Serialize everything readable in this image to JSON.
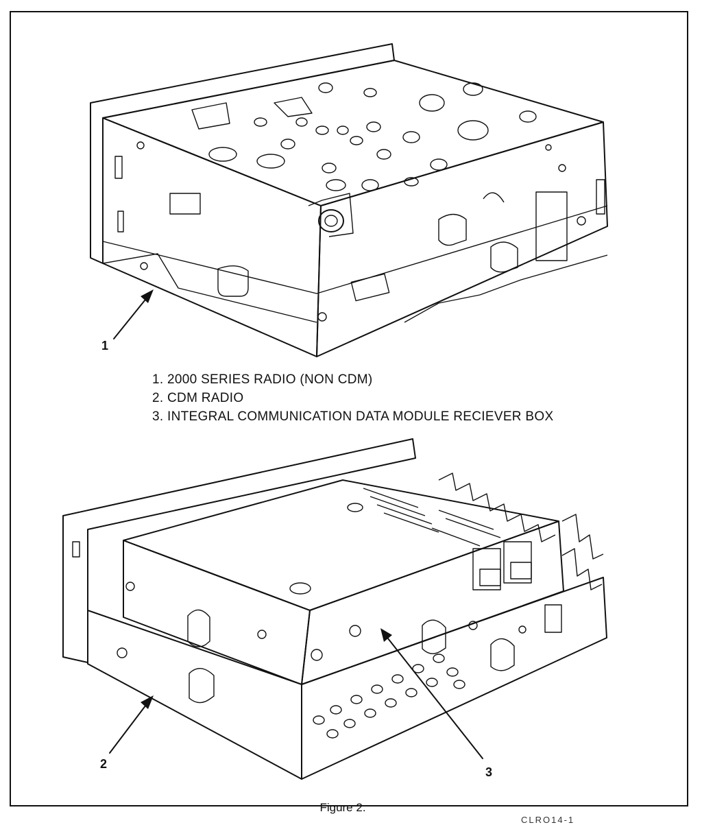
{
  "legend": {
    "items": [
      "1. 2000 SERIES RADIO (NON CDM)",
      "2. CDM RADIO",
      "3. INTEGRAL COMMUNICATION DATA MODULE RECIEVER BOX"
    ]
  },
  "callouts": {
    "one": "1",
    "two": "2",
    "three": "3"
  },
  "caption": "Figure 2.",
  "corner_code": "CLRO14-1"
}
